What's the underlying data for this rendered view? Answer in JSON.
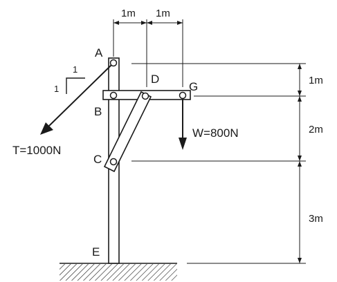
{
  "points": {
    "A": "A",
    "B": "B",
    "C": "C",
    "D": "D",
    "E": "E",
    "G": "G"
  },
  "dimensions": {
    "top_left": "1m",
    "top_right": "1m",
    "right_1": "1m",
    "right_2": "2m",
    "right_3": "3m"
  },
  "loads": {
    "tension": "T=1000N",
    "weight": "W=800N"
  },
  "slope": {
    "horizontal": "1",
    "vertical": "1"
  },
  "colors": {
    "ink": "#1a1a1a",
    "background": "#ffffff"
  }
}
